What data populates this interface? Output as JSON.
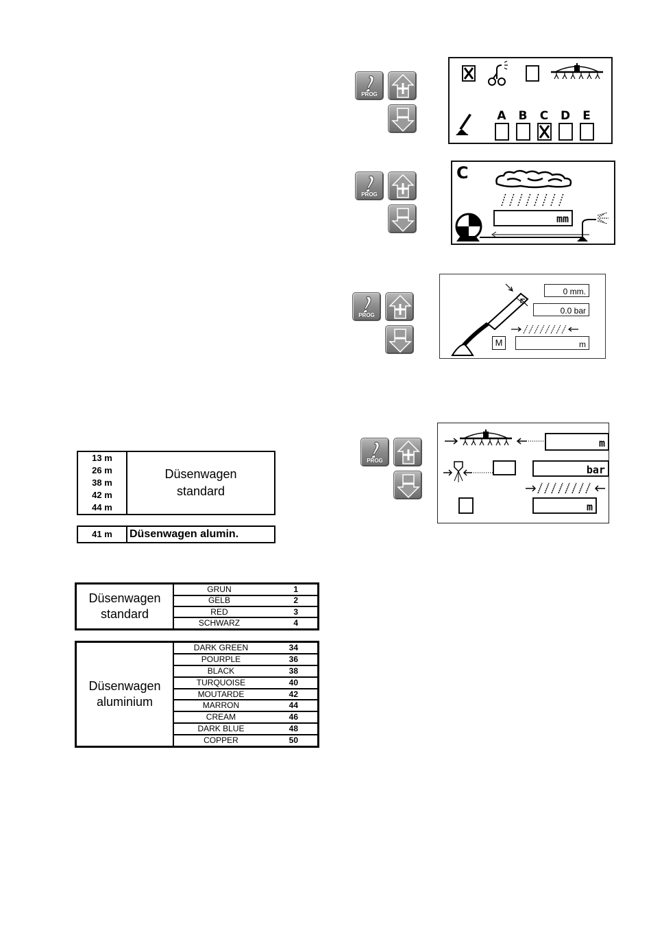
{
  "keys": {
    "prog": "PROG",
    "plus": "+",
    "minus": "−"
  },
  "screen1": {
    "top_left_checked": true,
    "top_middle_checked": false,
    "nozzle_slots": [
      "A",
      "B",
      "C",
      "D",
      "E"
    ],
    "nozzle_checked": "C"
  },
  "screen2": {
    "letter": "C",
    "unit": "mm"
  },
  "screen3": {
    "gap_value": "0 mm.",
    "pressure_value": "0.0 bar",
    "mode_label": "M",
    "distance_unit": "m"
  },
  "screen4": {
    "width_unit": "m",
    "pressure_unit": "bar",
    "distance_unit": "m"
  },
  "boom_lengths": {
    "standard": {
      "lengths": [
        "13 m",
        "26 m",
        "38 m",
        "42 m",
        "44 m"
      ],
      "label_line1": "Düsenwagen",
      "label_line2": "standard"
    },
    "aluminium": {
      "length": "41 m",
      "label": "Düsenwagen  alumin."
    }
  },
  "color_codes": {
    "standard": {
      "label_line1": "Düsenwagen",
      "label_line2": "standard",
      "rows": [
        {
          "name": "GRUN",
          "code": "1"
        },
        {
          "name": "GELB",
          "code": "2"
        },
        {
          "name": "RED",
          "code": "3"
        },
        {
          "name": "SCHWARZ",
          "code": "4"
        }
      ]
    },
    "aluminium": {
      "label_line1": "Düsenwagen",
      "label_line2": "aluminium",
      "rows": [
        {
          "name": "DARK GREEN",
          "code": "34"
        },
        {
          "name": "POURPLE",
          "code": "36"
        },
        {
          "name": "BLACK",
          "code": "38"
        },
        {
          "name": "TURQUOISE",
          "code": "40"
        },
        {
          "name": "MOUTARDE",
          "code": "42"
        },
        {
          "name": "MARRON",
          "code": "44"
        },
        {
          "name": "CREAM",
          "code": "46"
        },
        {
          "name": "DARK BLUE",
          "code": "48"
        },
        {
          "name": "COPPER",
          "code": "50"
        }
      ]
    }
  },
  "colors": {
    "key_gray": "#8e8e8e",
    "ink": "#000000"
  }
}
